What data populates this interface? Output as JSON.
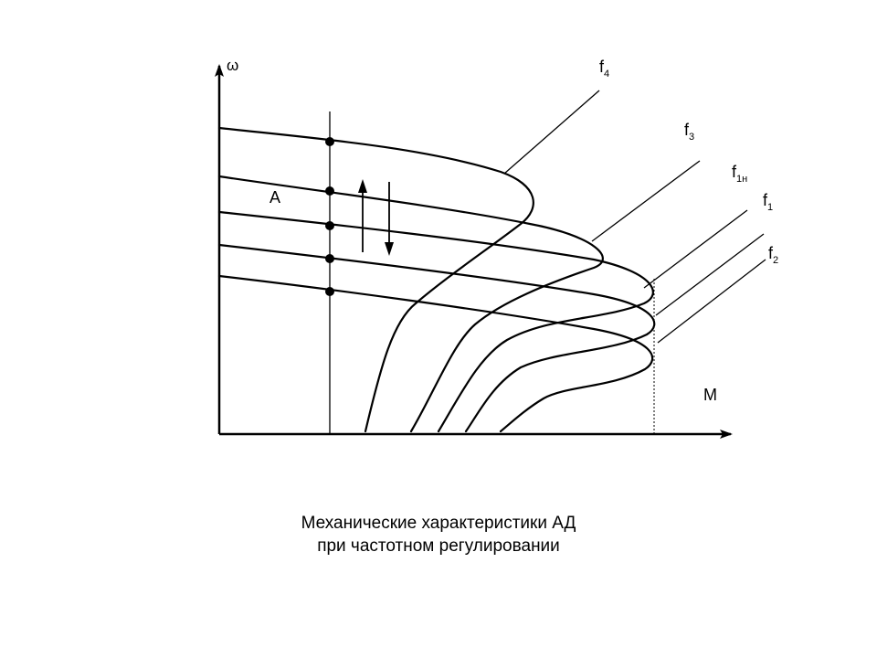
{
  "diagram": {
    "axis_y_label": "ω",
    "axis_x_label": "M",
    "point_label": "A",
    "curves": [
      {
        "base": "f",
        "sub": "4"
      },
      {
        "base": "f",
        "sub": "3"
      },
      {
        "base": "f",
        "sub": "1н"
      },
      {
        "base": "f",
        "sub": "1"
      },
      {
        "base": "f",
        "sub": "2"
      }
    ]
  },
  "caption": {
    "line1": "Механические характеристики АД",
    "line2": "при частотном регулировании"
  }
}
